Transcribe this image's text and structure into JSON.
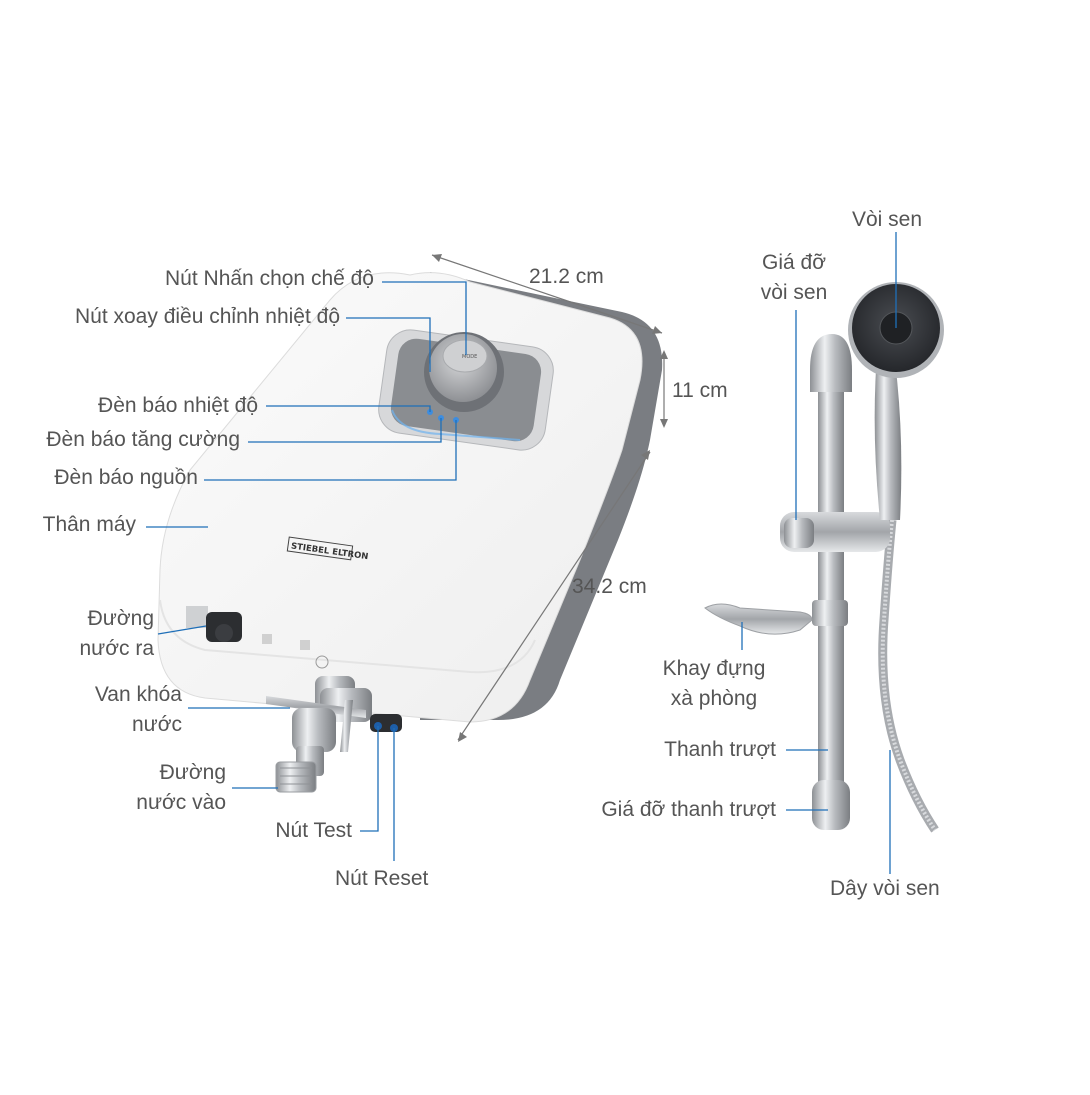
{
  "labels": {
    "mode_button": "Nút Nhấn chọn chế độ",
    "temp_knob": "Nút xoay điều chỉnh nhiệt độ",
    "temp_light": "Đèn báo nhiệt độ",
    "boost_light": "Đèn báo tăng cường",
    "power_light": "Đèn báo nguồn",
    "body": "Thân máy",
    "outlet_line1": "Đường",
    "outlet_line2": "nước ra",
    "valve_line1": "Van khóa",
    "valve_line2": "nước",
    "inlet_line1": "Đường",
    "inlet_line2": "nước vào",
    "test_button": "Nút Test",
    "reset_button": "Nút Reset",
    "shower_head": "Vòi sen",
    "holder_line1": "Giá đỡ",
    "holder_line2": "vòi sen",
    "soap_line1": "Khay đựng",
    "soap_line2": "xà phòng",
    "slide_bar": "Thanh trượt",
    "bar_holder": "Giá đỡ thanh trượt",
    "hose": "Dây vòi sen"
  },
  "dimensions": {
    "width": "21.2 cm",
    "depth": "11 cm",
    "height": "34.2 cm"
  },
  "brand": "STIEBEL ELTRON",
  "colors": {
    "leader_line": "#1f6fb8",
    "text": "#555555",
    "body_white": "#f7f7f7",
    "body_side": "#7a7d82",
    "panel_gray": "#8a8d91",
    "led_blue": "#3d8de0",
    "chrome": "#c9ccd0"
  }
}
